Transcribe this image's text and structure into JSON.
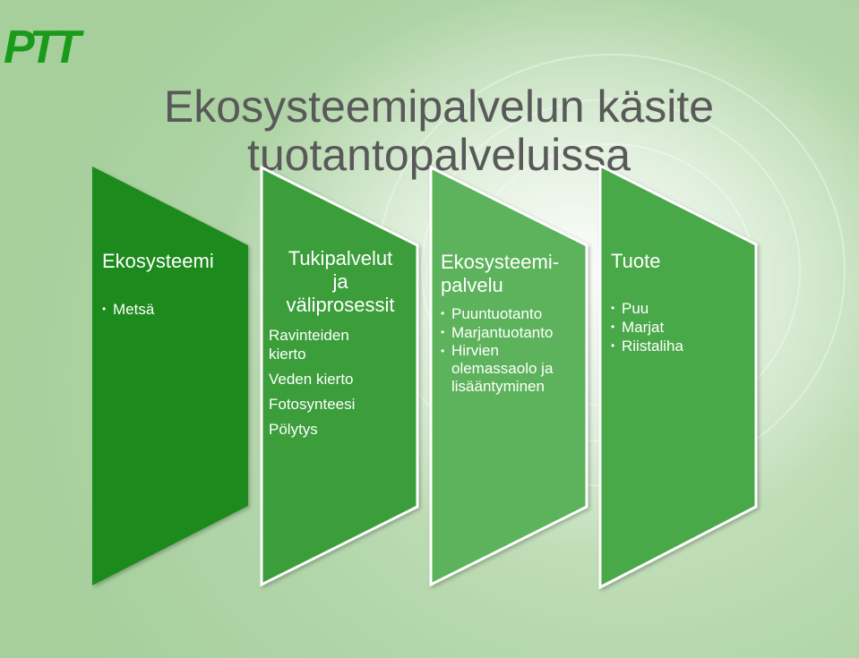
{
  "logo": {
    "text": "PTT"
  },
  "title": {
    "line1": "Ekosysteemipalvelun käsite",
    "line2": "tuotantopalveluissa"
  },
  "panels": [
    {
      "heading": "Ekosysteemi",
      "items": [
        "Metsä"
      ]
    },
    {
      "heading_lines": [
        "Tukipalvelut",
        "ja",
        "väliprosessit"
      ],
      "items": [
        "Ravinteiden kierto",
        "Veden kierto",
        "Fotosynteesi",
        "Pölytys"
      ]
    },
    {
      "heading_lines": [
        "Ekosysteemi-",
        "palvelu"
      ],
      "items": [
        "Puuntuotanto",
        "Marjantuotanto",
        "Hirvien olemassaolo ja lisääntyminen"
      ]
    },
    {
      "heading": "Tuote",
      "items": [
        "Puu",
        "Marjat",
        "Riistaliha"
      ]
    }
  ],
  "colors": {
    "panel1": "#1f8a1f",
    "panel2": "#3a9e3a",
    "panel3": "#5cb35c",
    "panel4": "#4aa94a",
    "title": "#595959",
    "logo": "#1a9a1a"
  }
}
